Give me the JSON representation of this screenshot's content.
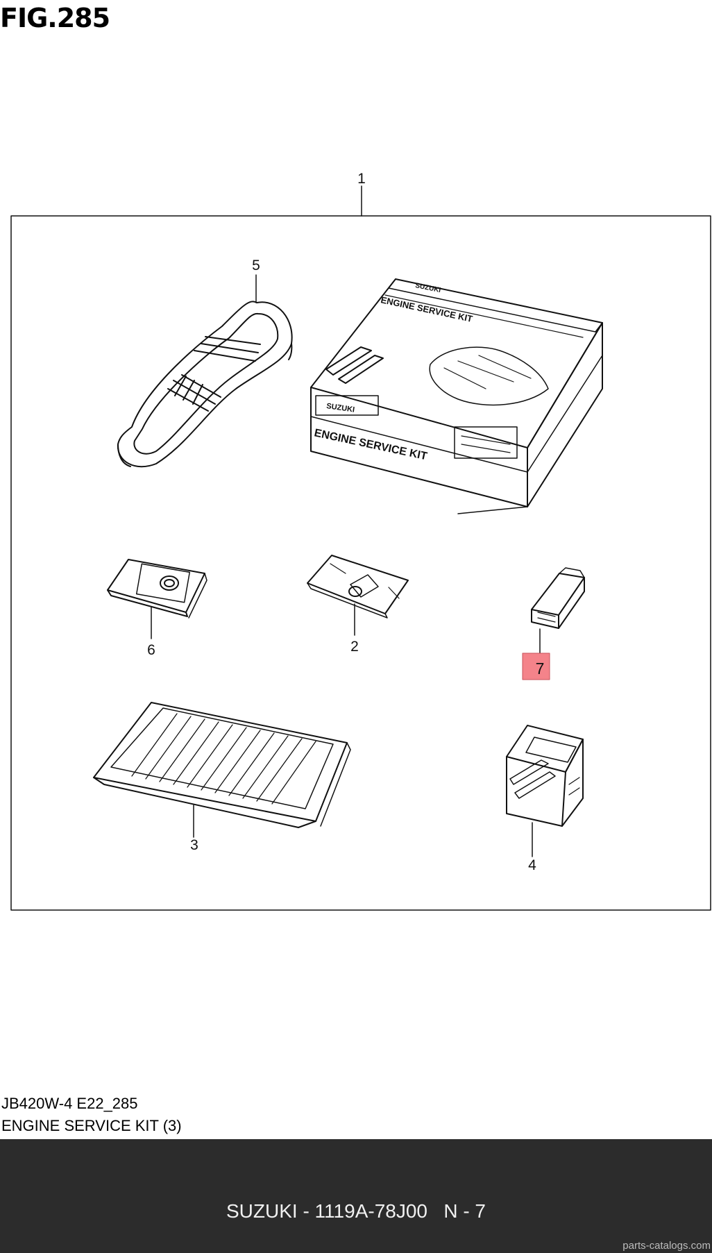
{
  "figure": {
    "title": "FIG.285"
  },
  "callouts": [
    {
      "id": "callout-1",
      "label": "1",
      "highlighted": false
    },
    {
      "id": "callout-2",
      "label": "2",
      "highlighted": false
    },
    {
      "id": "callout-3",
      "label": "3",
      "highlighted": false
    },
    {
      "id": "callout-4",
      "label": "4",
      "highlighted": false
    },
    {
      "id": "callout-5",
      "label": "5",
      "highlighted": false
    },
    {
      "id": "callout-6",
      "label": "6",
      "highlighted": false
    },
    {
      "id": "callout-7",
      "label": "7",
      "highlighted": true
    }
  ],
  "highlight_color": "#f4838a",
  "box_texts": {
    "lid_brand": "SUZUKI",
    "lid_title": "ENGINE SERVICE KIT",
    "side_brand": "SUZUKI",
    "side_title": "ENGINE SERVICE KIT"
  },
  "info": {
    "model_code": "JB420W-4 E22_285",
    "description": "ENGINE SERVICE KIT (3)"
  },
  "footer": {
    "text": "SUZUKI - 1119A-78J00   N - 7",
    "background": "#2c2c2c"
  },
  "watermark": "parts-catalogs.com"
}
